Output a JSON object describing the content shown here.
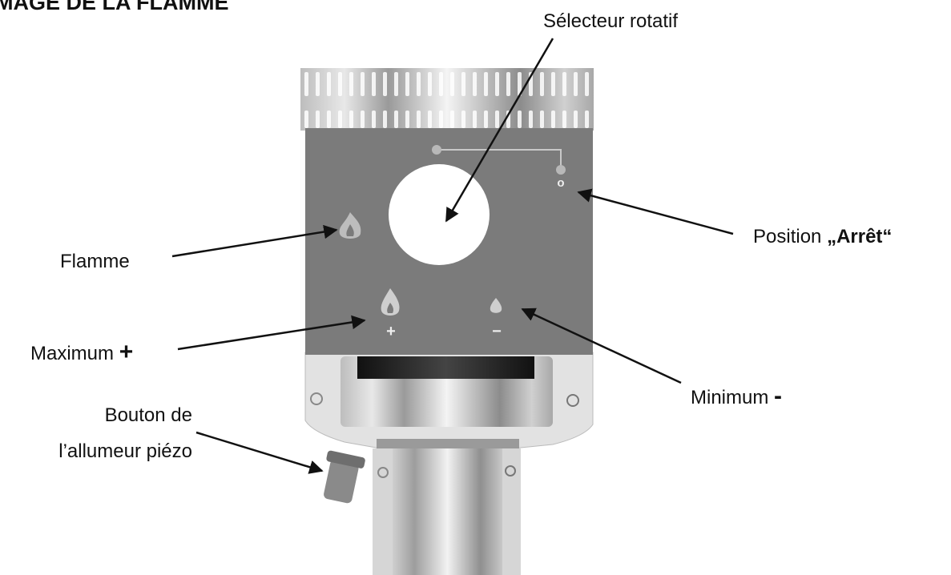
{
  "title": "MAGE DE LA FLAMME",
  "labels": {
    "selector": "Sélecteur rotatif",
    "off_prefix": "Position ",
    "off_value": "„Arrêt“",
    "flame": "Flamme",
    "maximum": "Maximum",
    "maximum_sign": "+",
    "minimum": "Minimum",
    "minimum_sign": "-",
    "piezo_line1": "Bouton de",
    "piezo_line2": "l’allumeur piézo"
  },
  "panel_marks": {
    "off_symbol": "o",
    "max_symbol": "+",
    "min_symbol": "−"
  },
  "icons": [
    "flame-icon",
    "large-flame-icon",
    "small-flame-icon",
    "arrow-icon"
  ],
  "colors": {
    "panel": "#7b7b7b",
    "text": "#111111"
  }
}
